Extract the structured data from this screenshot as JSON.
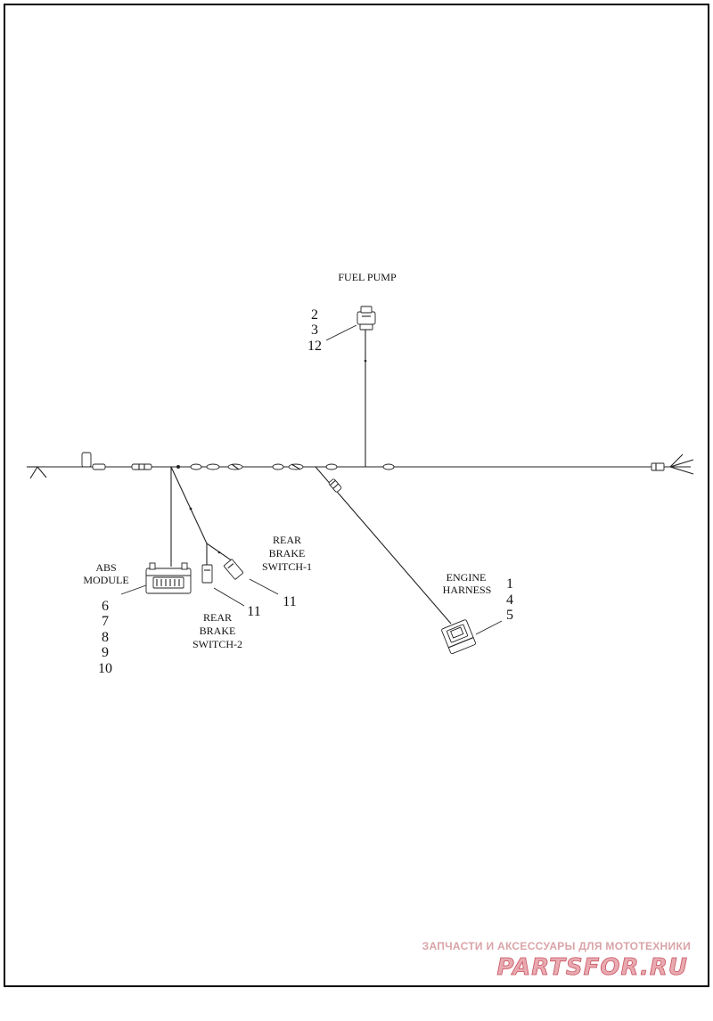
{
  "labels": {
    "fuel_pump": "FUEL PUMP",
    "fuel_pump_nums": [
      "2",
      "3",
      "12"
    ],
    "abs_module": [
      "ABS",
      "MODULE"
    ],
    "abs_nums": [
      "6",
      "7",
      "8",
      "9",
      "10"
    ],
    "rear_brake_1": [
      "REAR",
      "BRAKE",
      "SWITCH-1"
    ],
    "rear_brake_1_num": "11",
    "rear_brake_2": [
      "REAR",
      "BRAKE",
      "SWITCH-2"
    ],
    "rear_brake_2_num": "11",
    "engine_harness": [
      "ENGINE",
      "HARNESS"
    ],
    "engine_nums": [
      "1",
      "4",
      "5"
    ]
  },
  "watermark": {
    "line1": "ЗАПЧАСТИ И АКСЕССУАРЫ ДЛЯ МОТОТЕХНИКИ",
    "line2": "PARTSFOR.RU"
  }
}
